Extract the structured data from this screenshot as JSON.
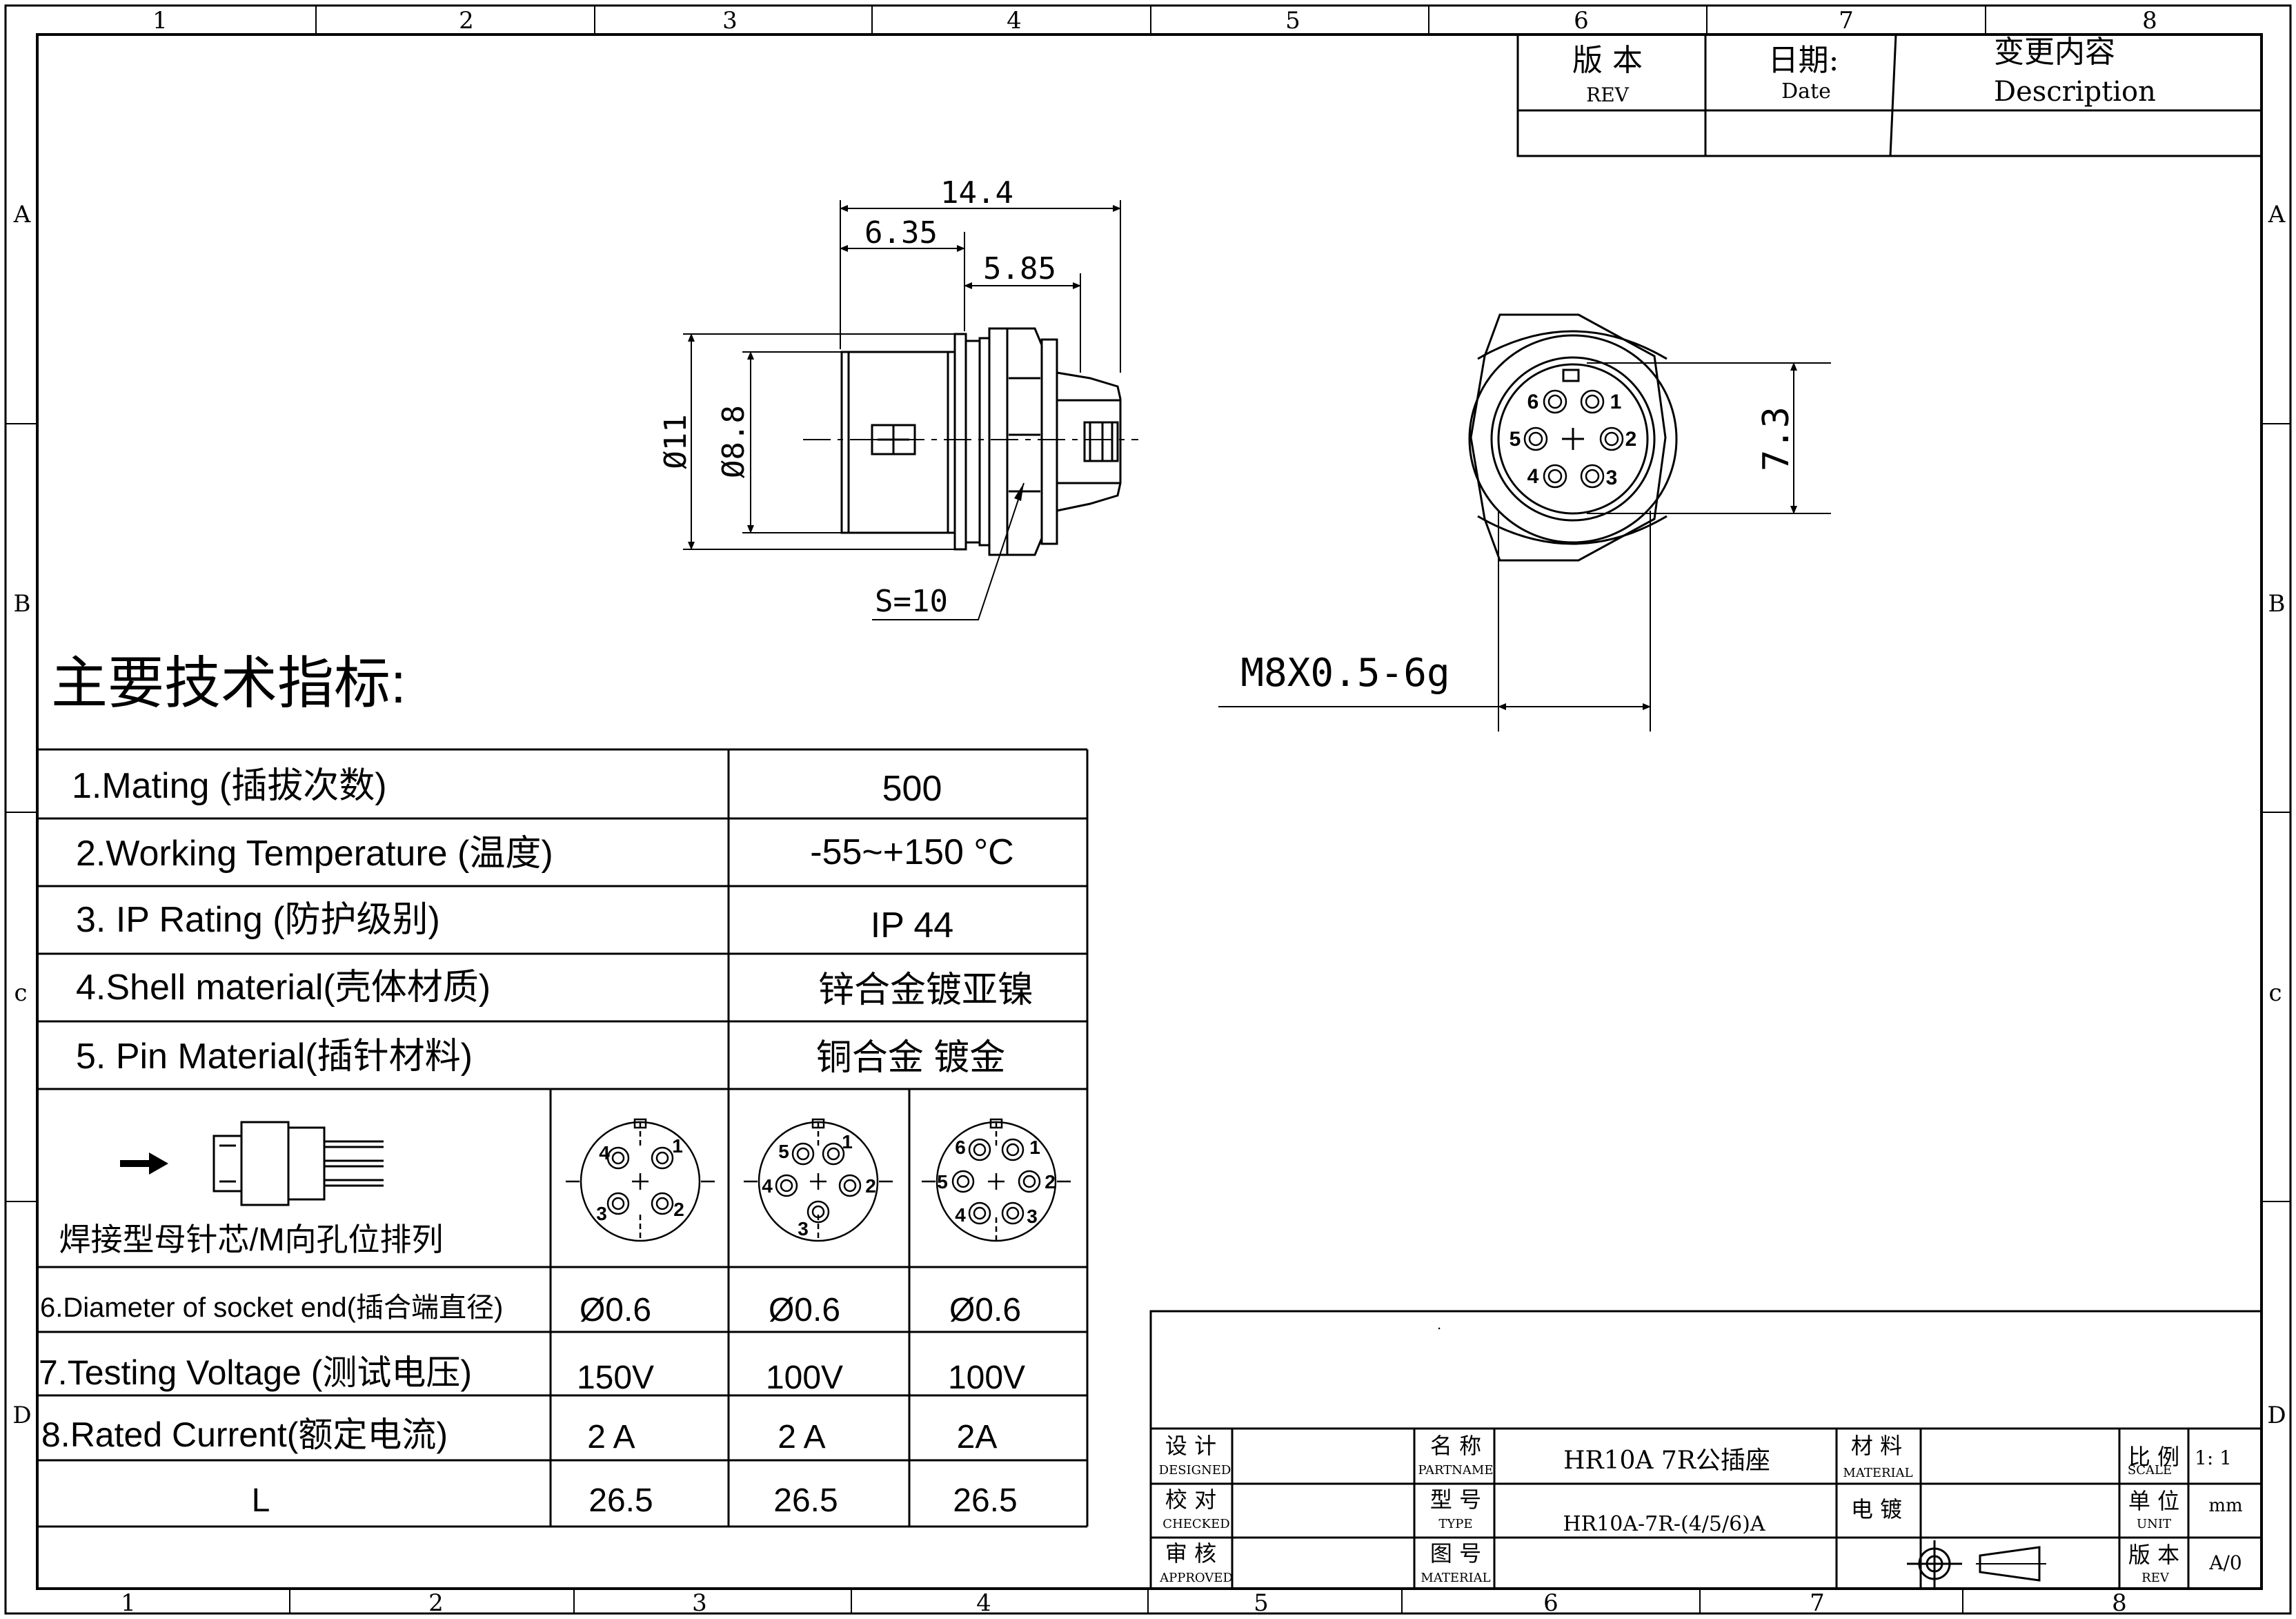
{
  "frame": {
    "top_columns": [
      "1",
      "2",
      "3",
      "4",
      "5",
      "6",
      "7",
      "8"
    ],
    "bottom_columns": [
      "1",
      "2",
      "3",
      "4",
      "5",
      "6",
      "7",
      "8"
    ],
    "rows_left": [
      "A",
      "B",
      "c",
      "D"
    ],
    "rows_right": [
      "A",
      "B",
      "c",
      "D"
    ]
  },
  "revision_block": {
    "rev_cn": "版 本",
    "rev_en": "REV",
    "date_cn": "日期:",
    "date_en": "Date",
    "desc_cn": "变更内容",
    "desc_en": "Description"
  },
  "side_view": {
    "dim_total": "14.4",
    "dim_left": "6.35",
    "dim_right": "5.85",
    "dim_outer_dia": "Ø11",
    "dim_inner_dia": "Ø8.8",
    "dim_hex": "S=10"
  },
  "front_view": {
    "dim_height": "7.3",
    "dim_thread": "M8X0.5-6g",
    "pins": [
      "1",
      "2",
      "3",
      "4",
      "5",
      "6"
    ]
  },
  "specs": {
    "title": "主要技术指标:",
    "rows": [
      {
        "label": "1.Mating (插拔次数)",
        "value": "500"
      },
      {
        "label": "2.Working Temperature (温度)",
        "value": "-55~+150 °C"
      },
      {
        "label": "3. IP Rating (防护级别)",
        "value": "IP 44"
      },
      {
        "label": "4.Shell material(壳体材质)",
        "value": "锌合金镀亚镍"
      },
      {
        "label": "5. Pin Material(插针材料)",
        "value": "铜合金 镀金"
      }
    ],
    "layout_caption": "焊接型母针芯/M向孔位排列",
    "layouts": [
      {
        "pins": [
          "1",
          "2",
          "3",
          "4"
        ]
      },
      {
        "pins": [
          "1",
          "2",
          "3",
          "4",
          "5"
        ]
      },
      {
        "pins": [
          "1",
          "2",
          "3",
          "4",
          "5",
          "6"
        ]
      }
    ],
    "electrical": [
      {
        "label": "6.Diameter of socket end(插合端直径)",
        "values": [
          "Ø0.6",
          "Ø0.6",
          "Ø0.6"
        ]
      },
      {
        "label": "7.Testing Voltage (测试电压)",
        "values": [
          "150V",
          "100V",
          "100V"
        ]
      },
      {
        "label": "8.Rated Current(额定电流)",
        "values": [
          "2 A",
          "2 A",
          "2A"
        ]
      },
      {
        "label": "L",
        "values": [
          "26.5",
          "26.5",
          "26.5"
        ]
      }
    ]
  },
  "title_block": {
    "dot": ".",
    "designed_cn": "设 计",
    "designed_en": "DESIGNED",
    "checked_cn": "校 对",
    "checked_en": "CHECKED",
    "approved_cn": "审 核",
    "approved_en": "APPROVED",
    "partname_cn": "名 称",
    "partname_en": "PARTNAME",
    "type_cn": "型 号",
    "type_en": "TYPE",
    "drawing_no_cn": "图 号",
    "drawing_no_en": "MATERIAL",
    "partname_value": "HR10A 7R公插座",
    "type_value": "HR10A-7R-(4/5/6)A",
    "material_cn": "材 料",
    "material_en": "MATERIAL",
    "plating_cn": "电 镀",
    "scale_cn": "比 例",
    "scale_en": "SCALE",
    "scale_value": "1: 1",
    "unit_cn": "单 位",
    "unit_en": "UNIT",
    "unit_value": "mm",
    "rev_cn": "版 本",
    "rev_en": "REV",
    "rev_value": "A/0"
  }
}
